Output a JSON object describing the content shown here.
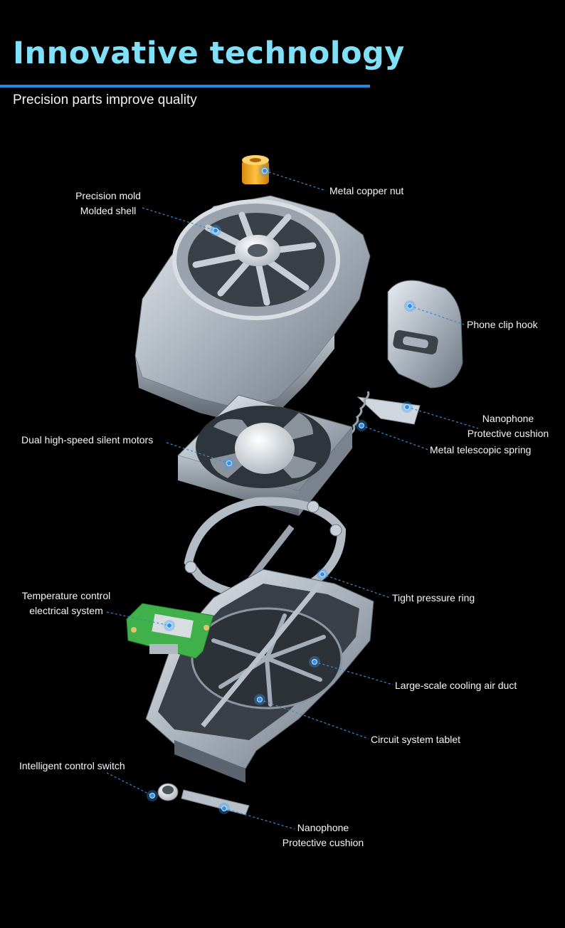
{
  "header": {
    "title": "Innovative technology",
    "subtitle": "Precision parts improve quality"
  },
  "colors": {
    "background": "#000000",
    "title": "#7fe0f7",
    "rule": "#1e8ae0",
    "leader": "#3d88d8"
  },
  "labels": {
    "copper_nut": "Metal copper nut",
    "shell_line1": "Precision mold",
    "shell_line2": "Molded shell",
    "clip_hook": "Phone clip hook",
    "cushion_top_line1": "Nanophone",
    "cushion_top_line2": "Protective cushion",
    "spring": "Metal telescopic spring",
    "motors": "Dual high-speed silent motors",
    "pressure_ring": "Tight pressure ring",
    "temp_line1": "Temperature control",
    "temp_line2": "electrical system",
    "air_duct": "Large-scale cooling air duct",
    "circuit_tablet": "Circuit system tablet",
    "switch": "Intelligent control switch",
    "cushion_bottom_line1": "Nanophone",
    "cushion_bottom_line2": "Protective cushion"
  }
}
